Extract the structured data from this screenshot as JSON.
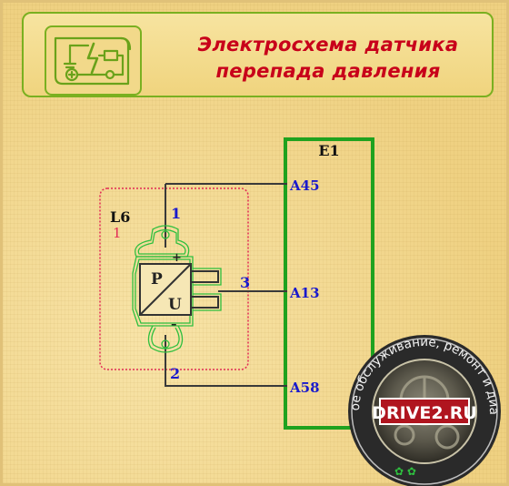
{
  "header": {
    "title_line1": "Электросхема датчика",
    "title_line2": "перепада давления"
  },
  "ecu": {
    "name": "E1",
    "pins": [
      {
        "label": "A45"
      },
      {
        "label": "A13"
      },
      {
        "label": "A58"
      }
    ]
  },
  "sensor": {
    "name": "L6",
    "index": "1",
    "pins": [
      {
        "label": "1"
      },
      {
        "label": "2"
      },
      {
        "label": "3"
      }
    ],
    "symbol_top": "P",
    "symbol_bottom": "U",
    "plus": "+",
    "minus": "–"
  },
  "watermark": {
    "brand": "DRIVE2.RU",
    "slogan": "Правильное обслуживание, ремонт и диагностика"
  },
  "colors": {
    "title": "#c8001a",
    "ecu_border": "#1fa21f",
    "pin_label": "#1a1acc",
    "sensor_outline": "#2fbf3f",
    "sensor_frame": "#e22a55",
    "wire": "#3a3a3a"
  }
}
